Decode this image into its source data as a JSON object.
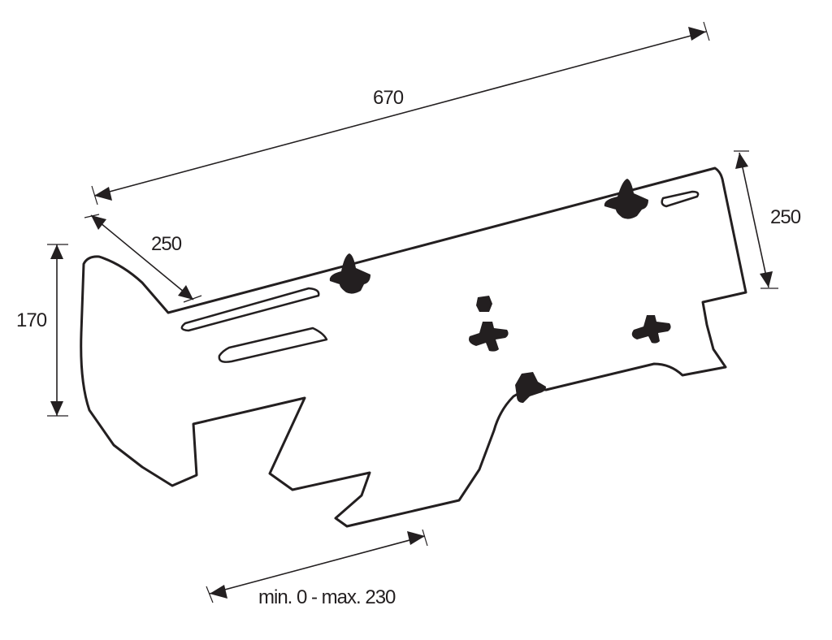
{
  "dimensions": {
    "total_length": "670",
    "left_depth": "250",
    "left_height": "170",
    "right_depth": "250",
    "adjustment_range": "min. 0 - max. 230"
  },
  "colors": {
    "line": "#231f20",
    "background": "#ffffff"
  },
  "icons": [
    "adjustment-knob-icon"
  ]
}
